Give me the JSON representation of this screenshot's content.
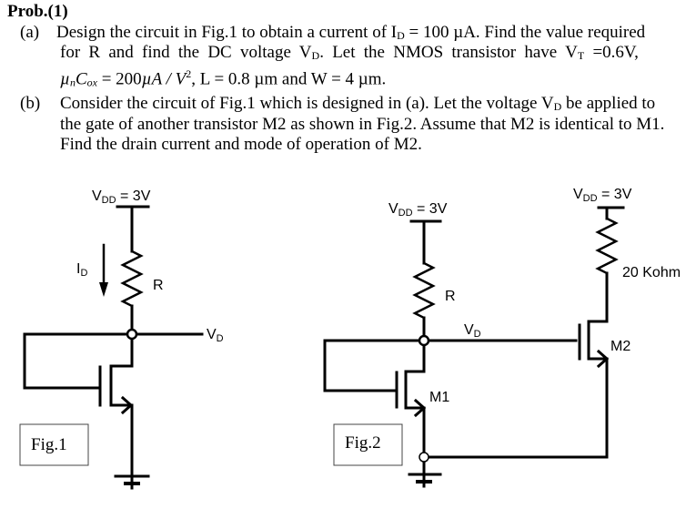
{
  "problem": {
    "title": "Prob.(1)",
    "part_a": {
      "marker": "(a)",
      "line1_pre": "Design the circuit in Fig.1 to obtain a current of I",
      "line1_sub": "D",
      "line1_post": " = 100 µA. Find the value required",
      "line2_pre": "for R and find the DC voltage V",
      "line2_sub": "D",
      "line2_mid": ". Let the NMOS transistor have V",
      "line2_sub2": "T",
      "line2_post": " =0.6V,",
      "line3_mu": "µ",
      "line3_n": "n",
      "line3_C": "C",
      "line3_ox": "ox",
      "line3_eq": " = 200",
      "line3_unit": "µA / V",
      "line3_sup": "2",
      "line3_post": ", L = 0.8 µm and W = 4 µm."
    },
    "part_b": {
      "marker": "(b)",
      "line1_pre": "Consider the circuit of Fig.1 which is designed in (a). Let the voltage V",
      "line1_sub": "D",
      "line1_post": " be applied to",
      "line2": "the gate of another transistor M2 as shown in Fig.2. Assume that M2 is identical to M1.",
      "line3": "Find the drain current and mode of operation of M2."
    }
  },
  "fig1": {
    "caption": "Fig.1",
    "vdd_main": "V",
    "vdd_sub": "DD",
    "vdd_val": " = 3V",
    "id_main": "I",
    "id_sub": "D",
    "resistor": "R",
    "vd_main": "V",
    "vd_sub": "D"
  },
  "fig2": {
    "caption": "Fig.2",
    "left_vdd_main": "V",
    "left_vdd_sub": "DD",
    "left_vdd_val": " = 3V",
    "resistor": "R",
    "vd_main": "V",
    "vd_sub": "D",
    "m1": "M1",
    "right_vdd_main": "V",
    "right_vdd_sub": "DD",
    "right_vdd_val": " = 3V",
    "right_resistor": "20 Kohm",
    "m2": "M2"
  }
}
